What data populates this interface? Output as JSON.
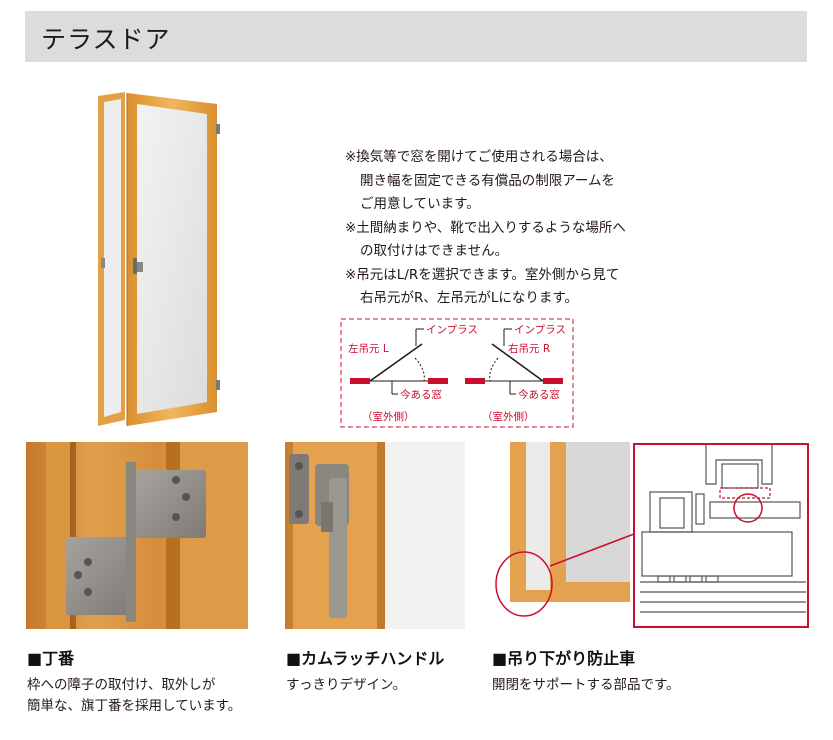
{
  "header": {
    "title": "テラスドア"
  },
  "notes": [
    {
      "text": "※換気等で窓を開けてご使用される場合は、",
      "indent": false
    },
    {
      "text": "開き幅を固定できる有償品の制限アームを",
      "indent": true
    },
    {
      "text": "ご用意しています。",
      "indent": true
    },
    {
      "text": "※土間納まりや、靴で出入りするような場所へ",
      "indent": false
    },
    {
      "text": "の取付けはできません。",
      "indent": true
    },
    {
      "text": "※吊元はL/Rを選択できます。室外側から見て",
      "indent": false
    },
    {
      "text": "右吊元がR、左吊元がLになります。",
      "indent": true
    }
  ],
  "diagram": {
    "left": {
      "inplus": "インプラス",
      "hinge": "左吊元 L",
      "window": "今ある窓",
      "side": "（室外側）"
    },
    "right": {
      "inplus": "インプラス",
      "hinge": "右吊元 R",
      "window": "今ある窓",
      "side": "（室外側）"
    }
  },
  "features": [
    {
      "title": "■丁番",
      "lines": [
        "枠への障子の取付け、取外しが",
        "簡単な、旗丁番を採用しています。"
      ]
    },
    {
      "title": "■カムラッチハンドル",
      "lines": [
        "すっきりデザイン。"
      ]
    },
    {
      "title": "■吊り下がり防止車",
      "lines": [
        "開閉をサポートする部品です。"
      ]
    }
  ],
  "colors": {
    "accent": "#c8102e",
    "wood": "#e8a54a",
    "header_bg": "#dcdcdc",
    "metal": "#8c8884"
  }
}
